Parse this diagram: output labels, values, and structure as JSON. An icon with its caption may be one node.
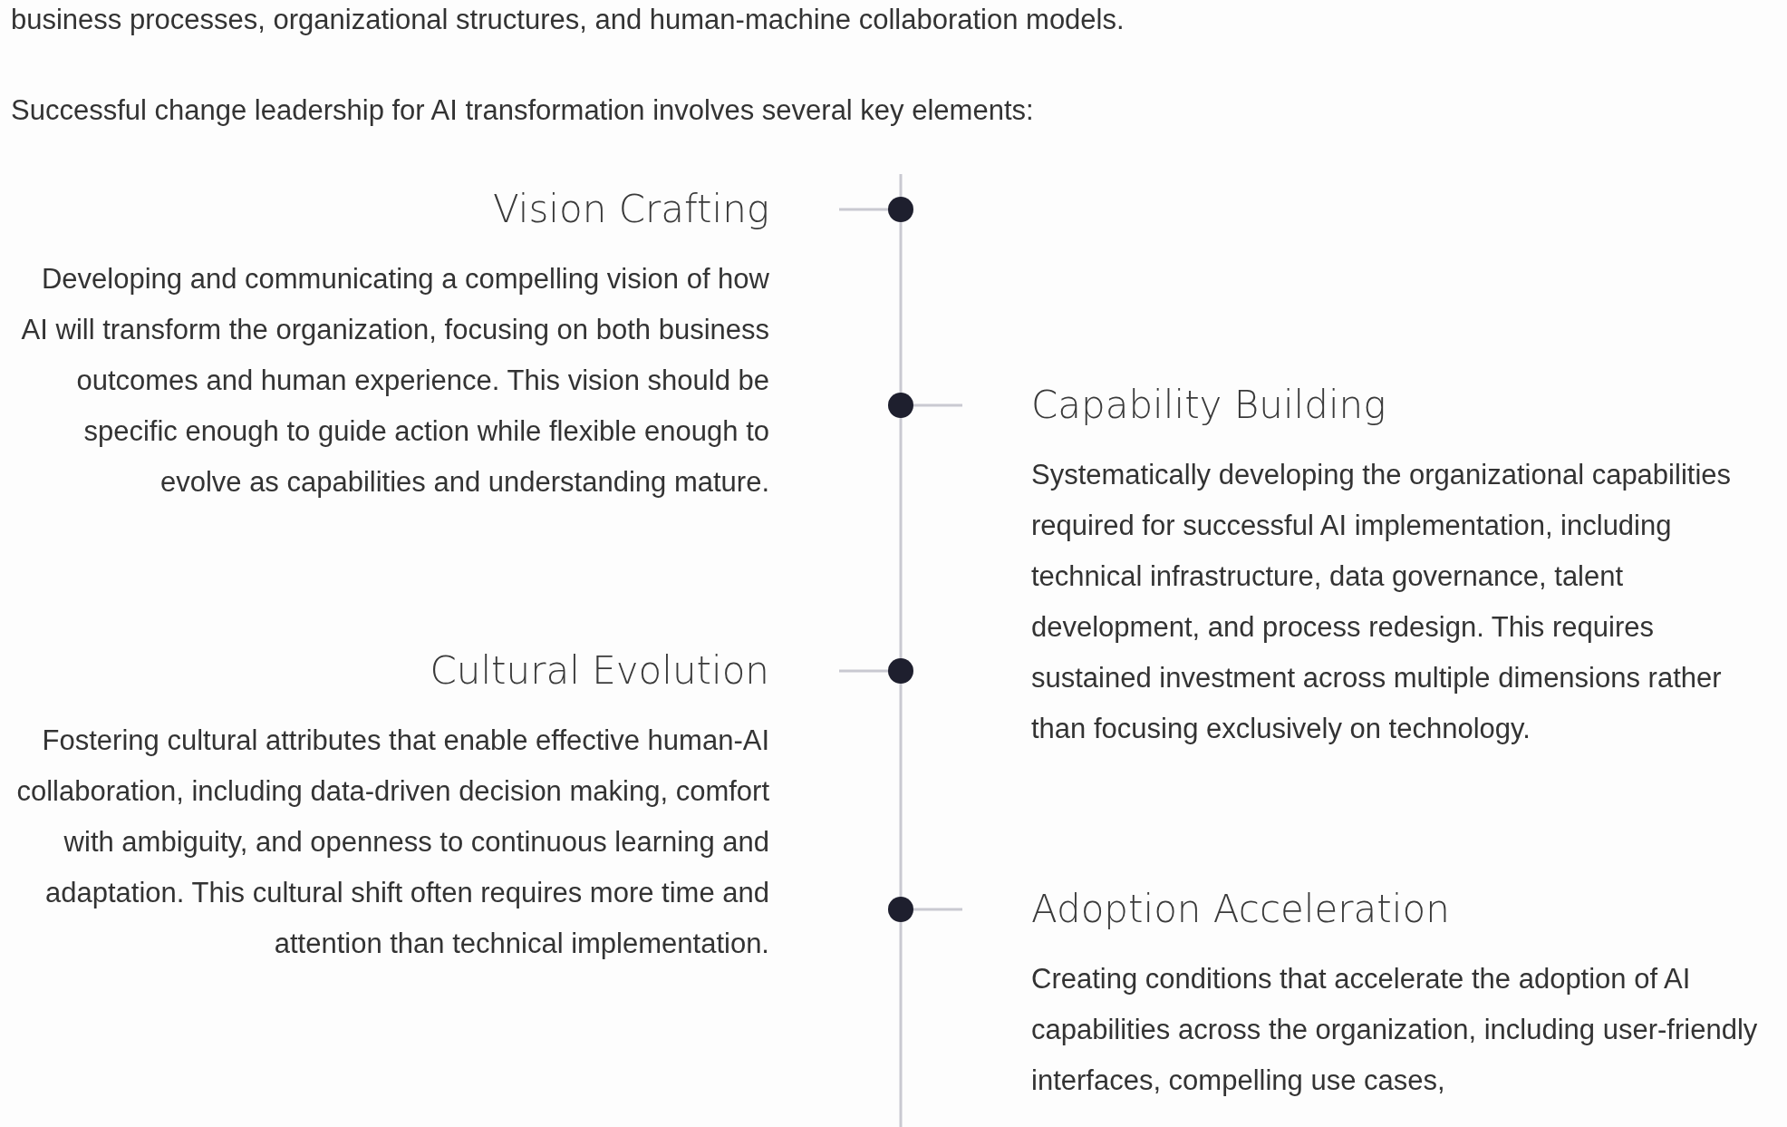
{
  "diagram": {
    "nodes": [
      {
        "text": [
          "Vision Crafting",
          "Developing and communicating a compelling vision of how AI will transform the organization, focusing on both business outcomes and human experience. This vision should be specific enough to guide action while flexible enough to evolve as capabilities and understanding mature."
        ]
      },
      {
        "text": [
          "Capability Building",
          "Systematically developing the organizational capabilities required for successful AI implementation, including technical infrastructure, data governance, talent development, and process redesign. This requires sustained investment across multiple dimensions rather than focusing exclusively on technology."
        ]
      },
      {
        "text": [
          "Cultural Evolution",
          "Fostering cultural attributes that enable effective human-AI collaboration, including data-driven decision making, comfort with ambiguity, and openness to continuous learning and adaptation. This cultural shift often requires more time and attention than technical implementation."
        ]
      },
      {
        "text": [
          "Adoption Acceleration",
          "Creating conditions that accelerate the adoption of AI capabilities across the organization, including user-friendly interfaces, compelling use cases,"
        ]
      }
    ],
    "labels": [
      "business processes, organizational structures, and human-machine collaboration models.",
      "Successful change leadership for AI transformation involves several key elements:"
    ]
  }
}
